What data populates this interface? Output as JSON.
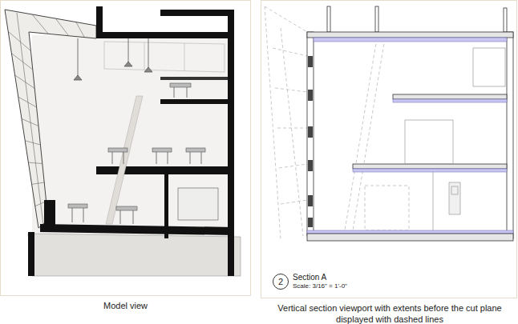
{
  "diagram": {
    "nodes": [
      {
        "text": [
          "Model view"
        ]
      },
      {
        "text": [
          "Vertical section viewport with extents before the cut plane displayed with dashed lines"
        ]
      },
      {
        "text": [
          "2"
        ],
        "in": 1
      }
    ],
    "labels": [
      "Section A",
      "Scale: 3/16\" = 1'-0\""
    ]
  }
}
